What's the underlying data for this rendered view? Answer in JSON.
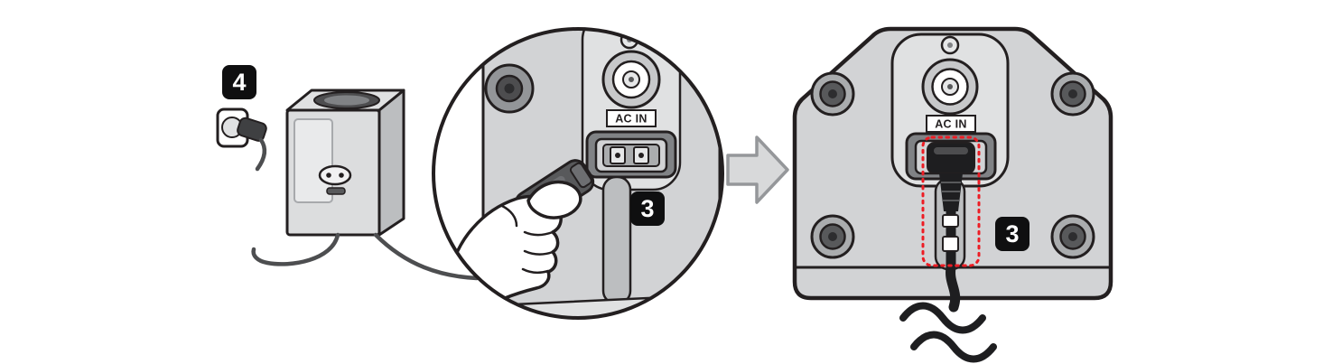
{
  "diagram": {
    "steps": [
      {
        "badge": "4",
        "section": "wall-outlet-plug"
      },
      {
        "badge": "3",
        "section": "zoom-view-insert-plug"
      },
      {
        "badge": "3",
        "section": "result-view-cable-routed"
      }
    ],
    "port_labels": {
      "zoom": "AC IN",
      "result": "AC IN"
    },
    "colors": {
      "outline": "#231f20",
      "panel": "#d2d3d5",
      "panel_light": "#e0e1e2",
      "metal_mid": "#aaacae",
      "metal_dark": "#55565a",
      "plug_black": "#1e1e20",
      "badge": "#0f0f10",
      "highlight_red": "#ed1c24",
      "arrow_fill": "#d8d9da",
      "arrow_stroke": "#95979a",
      "cable": "#4d4e50",
      "white": "#ffffff"
    }
  }
}
